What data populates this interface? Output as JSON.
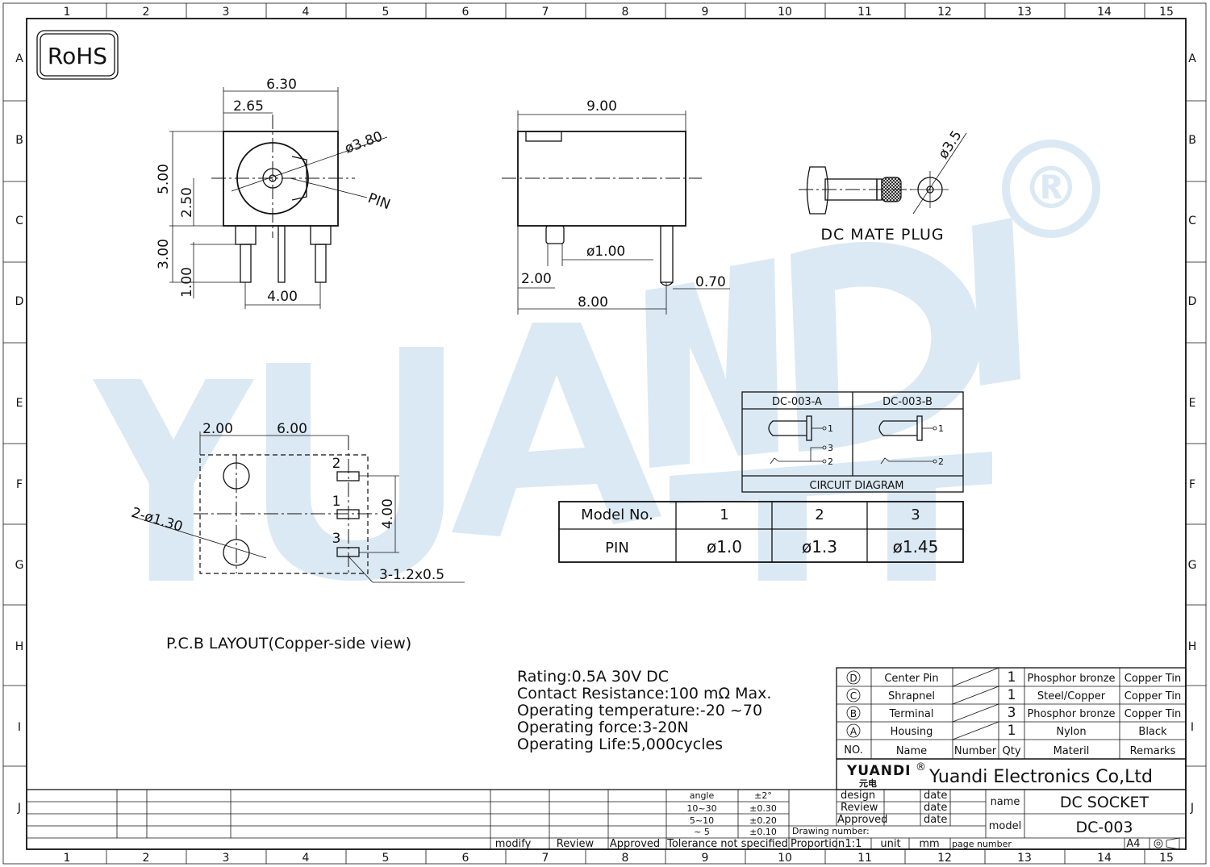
{
  "frame": {
    "col_numbers": [
      "1",
      "2",
      "3",
      "4",
      "5",
      "6",
      "7",
      "8",
      "9",
      "10",
      "11",
      "12",
      "13",
      "14",
      "15"
    ],
    "row_letters": [
      "A",
      "B",
      "C",
      "D",
      "E",
      "F",
      "G",
      "H",
      "I",
      "J"
    ]
  },
  "rohs": "RoHS",
  "watermark": {
    "text": "YUANDI",
    "mark": "®"
  },
  "front_view": {
    "dim_6_30": "6.30",
    "dim_2_65": "2.65",
    "dim_dia_3_80": "ø3.80",
    "dim_5_00": "5.00",
    "dim_2_50": "2.50",
    "dim_3_00": "3.00",
    "dim_1_00": "1.00",
    "dim_4_00": "4.00",
    "pin_label": "PIN"
  },
  "side_view": {
    "dim_9_00": "9.00",
    "dim_dia_1_00": "ø1.00",
    "dim_2_00": "2.00",
    "dim_8_00": "8.00",
    "dim_0_70": "0.70"
  },
  "plug": {
    "dim_dia_3_5": "ø3.5",
    "label": "DC MATE PLUG"
  },
  "pcb": {
    "dim_2_00": "2.00",
    "dim_6_00": "6.00",
    "dim_4_00": "4.00",
    "holes_label": "2-ø1.30",
    "pads_label": "3-1.2x0.5",
    "pad1": "1",
    "pad2": "2",
    "pad3": "3",
    "title": "P.C.B LAYOUT(Copper-side view)"
  },
  "circuit": {
    "col_a": "DC-003-A",
    "col_b": "DC-003-B",
    "caption": "CIRCUIT DIAGRAM",
    "t1": "1",
    "t2": "2",
    "t3": "3"
  },
  "model_table": {
    "headers": [
      "Model No.",
      "1",
      "2",
      "3"
    ],
    "row": [
      "PIN",
      "ø1.0",
      "ø1.3",
      "ø1.45"
    ]
  },
  "specs": [
    "Rating:0.5A 30V DC",
    "Contact Resistance:100 mΩ Max.",
    "Operating temperature:-20  ~70",
    "Operating force:3-20N",
    "Operating Life:5,000cycles"
  ],
  "bom": {
    "rows": [
      {
        "id": "D",
        "name": "Center Pin",
        "qty": "1",
        "material": "Phosphor bronze",
        "remarks": "Copper Tin"
      },
      {
        "id": "C",
        "name": "Shrapnel",
        "qty": "1",
        "material": "Steel/Copper",
        "remarks": "Copper Tin"
      },
      {
        "id": "B",
        "name": "Terminal",
        "qty": "3",
        "material": "Phosphor bronze",
        "remarks": "Copper Tin"
      },
      {
        "id": "A",
        "name": "Housing",
        "qty": "1",
        "material": "Nylon",
        "remarks": "Black"
      }
    ],
    "headers": [
      "NO.",
      "Name",
      "Number",
      "Qty",
      "Materil",
      "Remarks"
    ]
  },
  "company": {
    "logo": "YUANDI",
    "logo_sub": "元电",
    "reg": "®",
    "name": "Yuandi Electronics Co,Ltd"
  },
  "title_block": {
    "design": "design",
    "review": "Review",
    "approved": "Approved",
    "date": "date",
    "drawing_number": "Drawing number:",
    "proportion": "Proportion",
    "scale": "1:1",
    "unit": "unit",
    "mm": "mm",
    "page_number": "page number",
    "size": "A4",
    "name_label": "name",
    "name_value": "DC SOCKET",
    "model_label": "model",
    "model_value": "DC-003"
  },
  "tolerance": {
    "rows": [
      [
        "angle",
        "±2°"
      ],
      [
        "10~30",
        "±0.30"
      ],
      [
        "5~10",
        "±0.20"
      ],
      [
        "~ 5",
        "±0.10"
      ]
    ],
    "footer": "Tolerance not specified"
  },
  "revision": {
    "modify": "modify",
    "review": "Review",
    "approved": "Approved"
  }
}
